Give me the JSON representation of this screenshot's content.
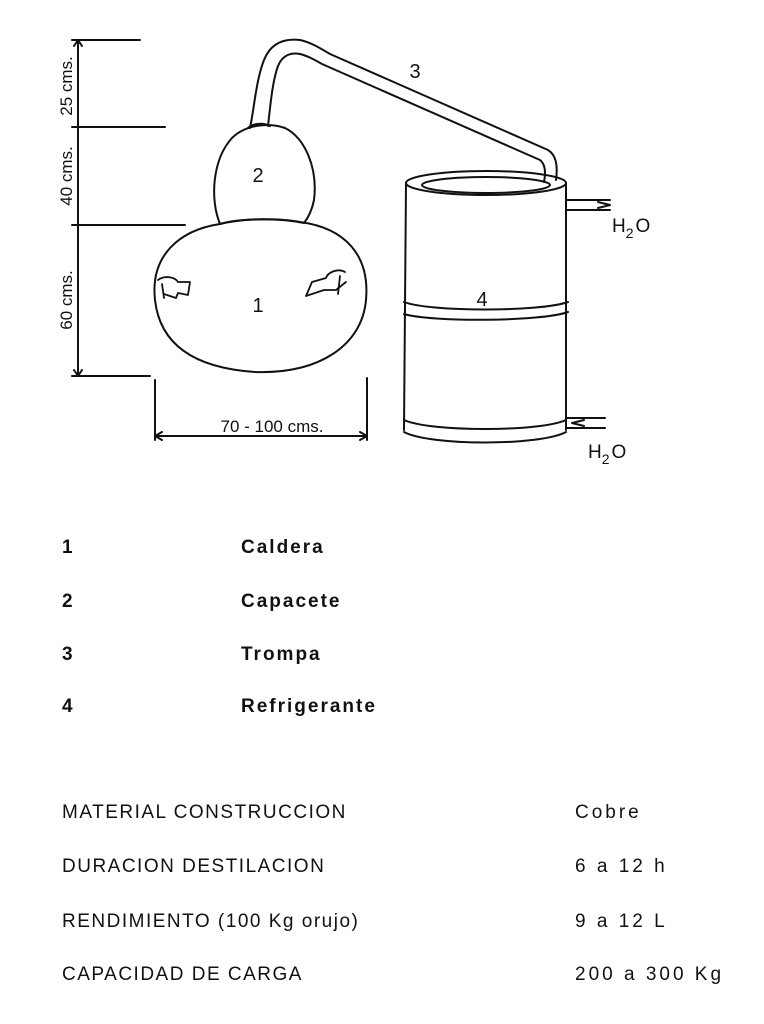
{
  "diagram": {
    "dimensions": {
      "top": "25 cms.",
      "middle": "40 cms.",
      "bottom": "60 cms.",
      "width": "70 - 100 cms."
    },
    "part_numbers": {
      "caldera": "1",
      "capacete": "2",
      "trompa": "3",
      "refrigerante": "4"
    },
    "water": {
      "h": "H",
      "sub": "2",
      "o": "O"
    },
    "line_color": "#111111"
  },
  "legend": [
    {
      "number": "1",
      "label": "Caldera"
    },
    {
      "number": "2",
      "label": "Capacete"
    },
    {
      "number": "3",
      "label": "Trompa"
    },
    {
      "number": "4",
      "label": "Refrigerante"
    }
  ],
  "specs": [
    {
      "name": "MATERIAL  CONSTRUCCION",
      "value": "Cobre"
    },
    {
      "name": "DURACION  DESTILACION",
      "value": "6 a 12 h"
    },
    {
      "name": "RENDIMIENTO  (100  Kg  orujo)",
      "value": "9 a 12 L"
    },
    {
      "name": "CAPACIDAD  DE  CARGA",
      "value": "200 a 300 Kg"
    }
  ]
}
